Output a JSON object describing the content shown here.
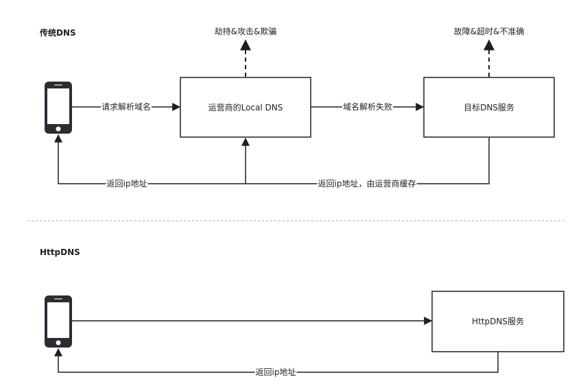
{
  "sections": {
    "traditional": "传统DNS",
    "http": "HttpDNS"
  },
  "nodes": {
    "local_dns": "运营商的Local DNS",
    "target_dns": "目标DNS服务",
    "httpdns_service": "HttpDNS服务"
  },
  "edges": {
    "request_resolve": "请求解析域名",
    "resolve_fail": "域名解析失败",
    "return_ip_1": "返回ip地址",
    "return_ip_cached": "返回ip地址，由运营商缓存",
    "return_ip_2": "返回ip地址"
  },
  "notes": {
    "hijack": "劫持&攻击&欺骗",
    "fault": "故障&超时&不准确"
  },
  "colors": {
    "line": "#1f1f1f",
    "divider": "#c8c8c8",
    "phone_body": "#2b2d33",
    "phone_screen": "#ffffff"
  },
  "icons": [
    "smartphone-icon"
  ]
}
